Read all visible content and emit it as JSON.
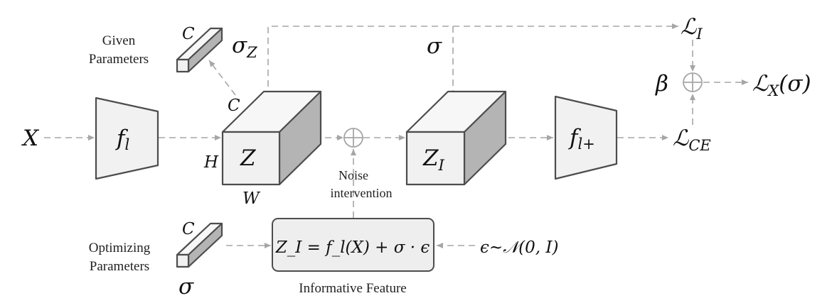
{
  "colors": {
    "block_face": "#f1f1f1",
    "block_edge": "#4d4d4d",
    "cube_top": "#f7f7f7",
    "cube_side": "#b4b4b4",
    "arrow": "#a6a6a6"
  },
  "icons": {
    "sum_node": "circle-plus"
  },
  "labels": {
    "input_x": "X",
    "encoder": "f",
    "encoder_sub": "l",
    "feature_z": "Z",
    "dim_h": "H",
    "dim_w": "W",
    "dim_c_cube": "C",
    "feature_zi": "Z",
    "feature_zi_sub": "I",
    "decoder": "f",
    "decoder_sub": "l+",
    "sigma_top": "σ",
    "sigma_z": "σ",
    "sigma_z_sub": "Z",
    "given_line1": "Given",
    "given_line2": "Parameters",
    "given_c": "C",
    "opt_line1": "Optimizing",
    "opt_line2": "Parameters",
    "opt_c": "C",
    "opt_sigma": "σ",
    "noise_line1": "Noise",
    "noise_line2": "intervention",
    "formula": "Z_I = f_l(X) + σ · ϵ",
    "formula_caption": "Informative Feature",
    "epsilon": "ϵ~𝒩(0, I)",
    "loss_i": "ℒ",
    "loss_i_sub": "I",
    "loss_ce": "ℒ",
    "loss_ce_sub": "CE",
    "loss_x": "ℒ",
    "loss_x_sub": "X",
    "loss_x_arg": "(σ)",
    "beta": "β"
  }
}
